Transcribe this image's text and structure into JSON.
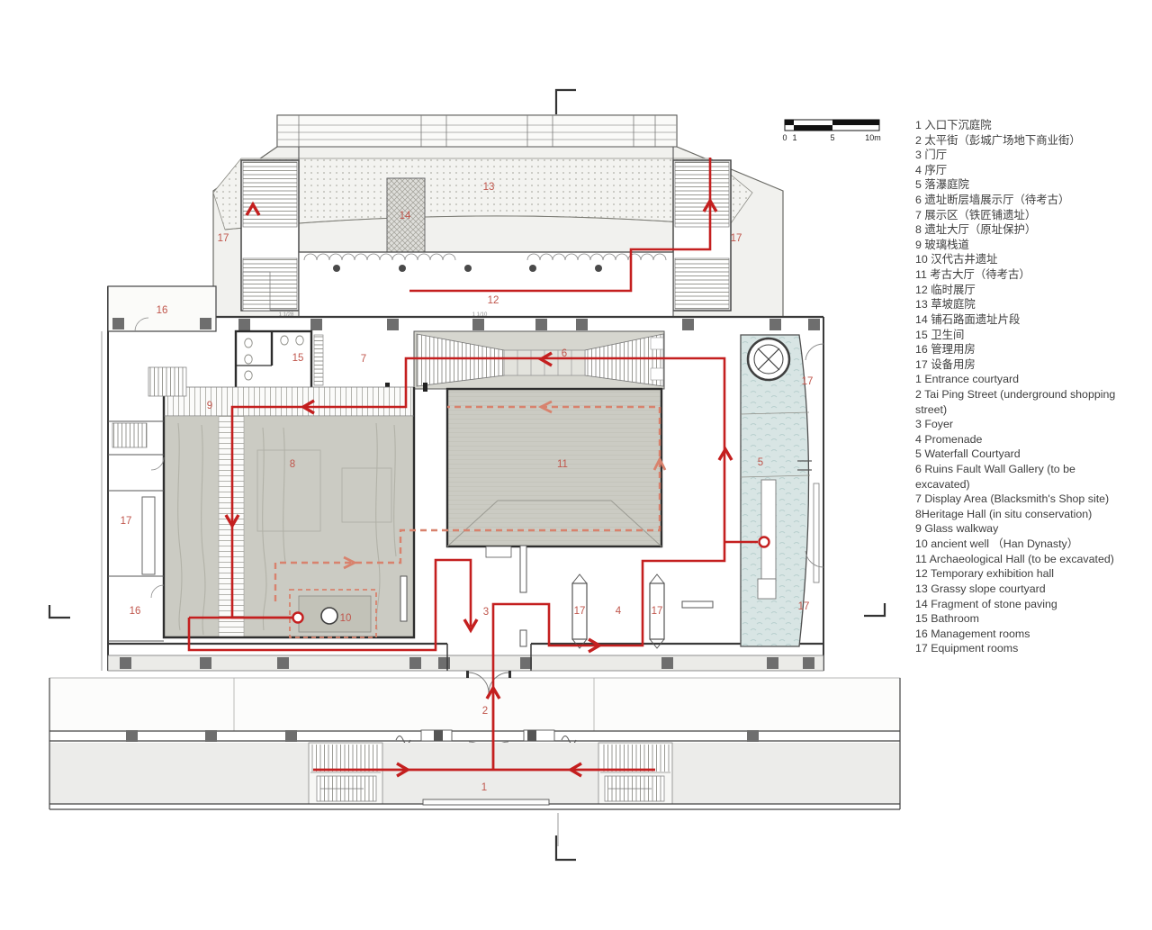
{
  "legend": {
    "items": [
      "1 入口下沉庭院",
      "2 太平街（彭城广场地下商业街）",
      "3 门厅",
      "4 序厅",
      "5 落瀑庭院",
      "6 遗址断层墙展示厅（待考古）",
      "7 展示区（铁匠铺遗址）",
      "8 遗址大厅（原址保护）",
      "9 玻璃栈道",
      "10 汉代古井遗址",
      "11 考古大厅（待考古）",
      "12 临时展厅",
      "13 草坡庭院",
      "14 铺石路面遗址片段",
      "15 卫生间",
      "16 管理用房",
      "17 设备用房",
      "1 Entrance courtyard",
      "2 Tai Ping Street (underground shopping street)",
      "3 Foyer",
      "4 Promenade",
      "5 Waterfall Courtyard",
      "6 Ruins Fault Wall Gallery (to be excavated)",
      "7 Display Area (Blacksmith's Shop site)",
      "8Heritage Hall (in situ conservation)",
      "9 Glass walkway",
      "10 ancient well （Han Dynasty）",
      "11 Archaeological Hall (to be excavated)",
      "12 Temporary exhibition hall",
      "13 Grassy slope courtyard",
      "14 Fragment of stone paving",
      "15 Bathroom",
      "16 Management rooms",
      "17 Equipment rooms"
    ]
  },
  "scale_bar": {
    "t0": "0",
    "t1": "1",
    "t5": "5",
    "t10": "10m"
  },
  "plan": {
    "labels": {
      "n1": "1",
      "n2": "2",
      "n3": "3",
      "n4": "4",
      "n5": "5",
      "n6": "6",
      "n7": "7",
      "n8": "8",
      "n9": "9",
      "n10": "10",
      "n11": "11",
      "n12": "12",
      "n13": "13",
      "n14": "14",
      "n15": "15",
      "n16": "16",
      "n17": "17"
    },
    "annotations": {
      "a1": "1 1/28",
      "a2": "1 1/10"
    },
    "colors": {
      "route": "#c41f1f",
      "route_dashed": "#d8826d",
      "room_label": "#c0564c",
      "hall_fill": "#cbcbc3",
      "water_fill": "#d8e5e4",
      "wall": "#3a3a3a"
    }
  }
}
